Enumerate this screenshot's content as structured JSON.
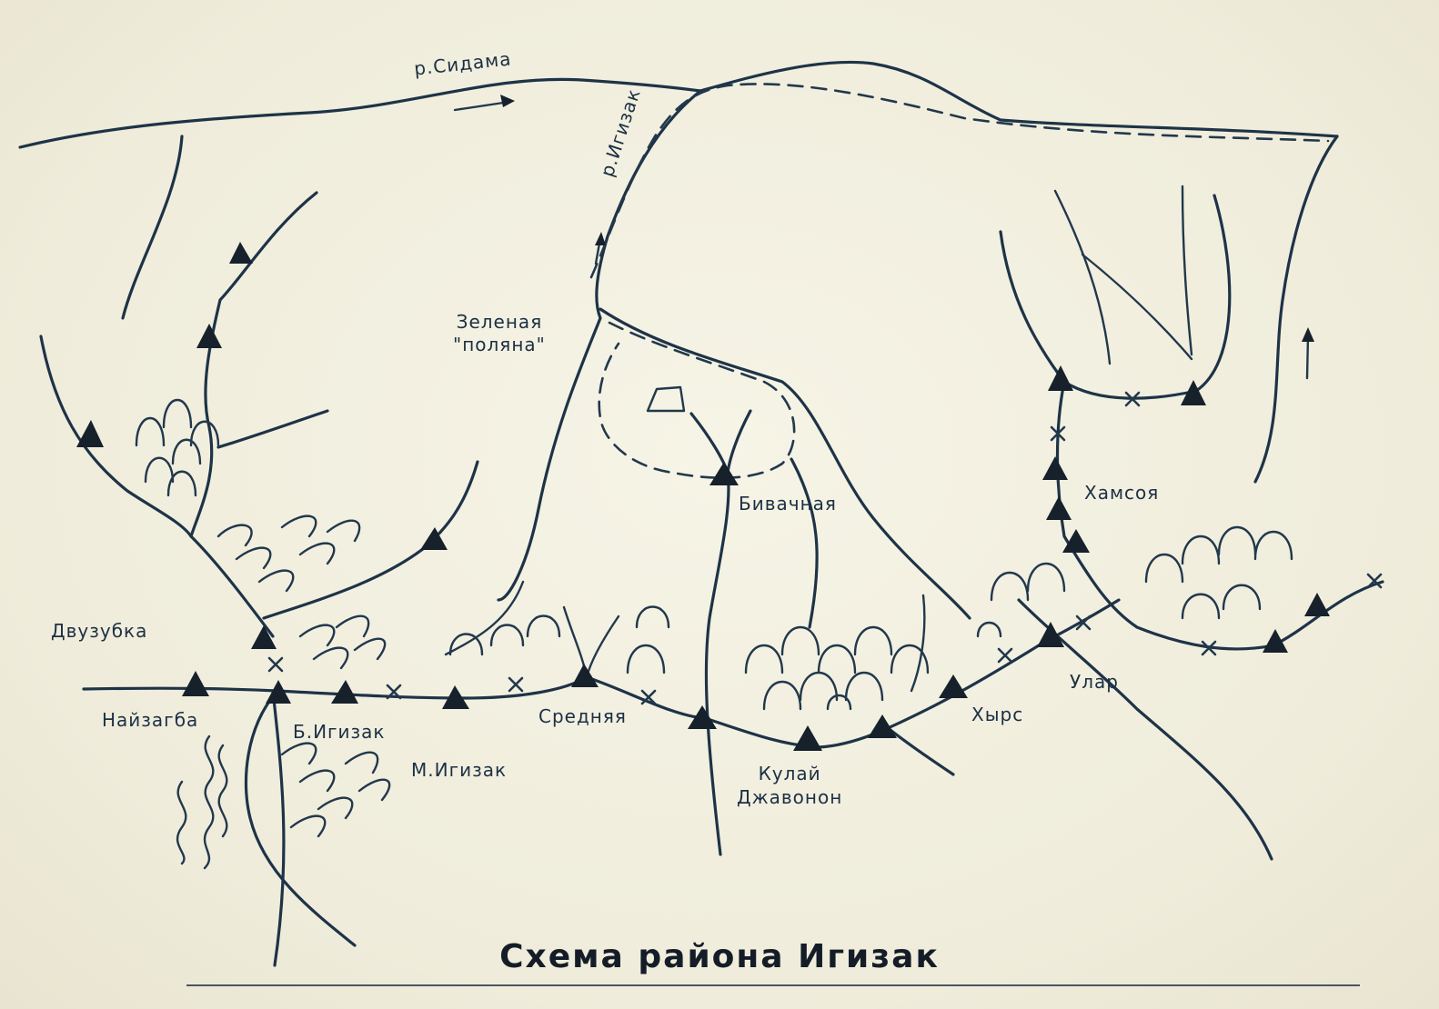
{
  "map": {
    "title": "Схема района Игизак",
    "labels": {
      "sidama_river": "р.Сидама",
      "igizak_river": "р.Игизак",
      "green_meadow": "Зеленая\n\"поляна\"",
      "bivachnaya": "Бивачная",
      "khamsoya": "Хамсоя",
      "dvuzubka": "Двузубка",
      "naizagba": "Найзагба",
      "b_igizak": "Б.Игизак",
      "m_igizak": "М.Игизак",
      "srednyaya": "Средняя",
      "kulai_dzhavonon": "Кулай\nДжавонон",
      "khyrs": "Хырс",
      "ular": "Улар"
    },
    "colors": {
      "ink": "#1e3347",
      "paper": "#f2efdf",
      "peak": "#16212c"
    },
    "icons": [
      "peak-triangle-icon",
      "pass-cross-icon",
      "flow-arrow-icon",
      "camp-square-icon",
      "forest-icon",
      "scrub-icon"
    ]
  }
}
